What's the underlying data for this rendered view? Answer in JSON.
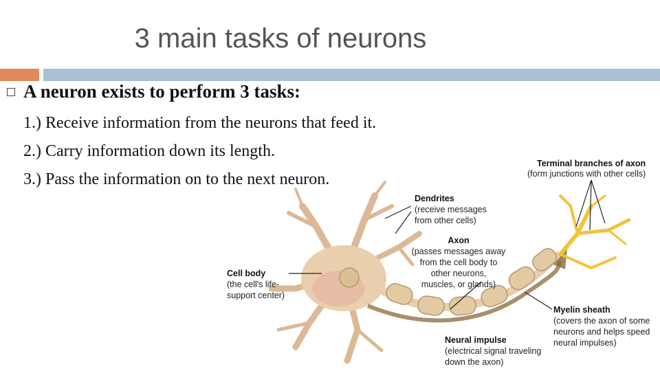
{
  "slide": {
    "title": "3 main tasks of neurons",
    "heading": "A neuron exists to perform 3 tasks:",
    "items": [
      "1.) Receive information from the neurons that feed it.",
      "2.) Carry information down its length.",
      "3.) Pass the information on to the next neuron."
    ]
  },
  "diagram": {
    "terminal_title": "Terminal branches of axon",
    "terminal_desc": "(form junctions with other cells)",
    "dendrites_title": "Dendrites",
    "dendrites_desc": [
      "(receive messages",
      "from other cells)"
    ],
    "axon_title": "Axon",
    "axon_desc": [
      "(passes messages away",
      "from the cell body to",
      "other neurons,",
      "muscles, or glands)"
    ],
    "cellbody_title": "Cell body",
    "cellbody_desc": [
      "(the cell's life-",
      "support center)"
    ],
    "myelin_title": "Myelin sheath",
    "myelin_desc": [
      "(covers the axon of some",
      "neurons and helps speed",
      "neural impulses)"
    ],
    "impulse_title": "Neural impulse",
    "impulse_desc": [
      "(electrical signal traveling",
      "down the axon)"
    ]
  },
  "colors": {
    "orange_bar": "#e08a5a",
    "blue_bar": "#a9c1d6",
    "title_text": "#545454",
    "neuron_body": "#e9cfae",
    "terminal_yellow": "#f2c23a",
    "impulse_arrow": "#8a6a3a"
  }
}
